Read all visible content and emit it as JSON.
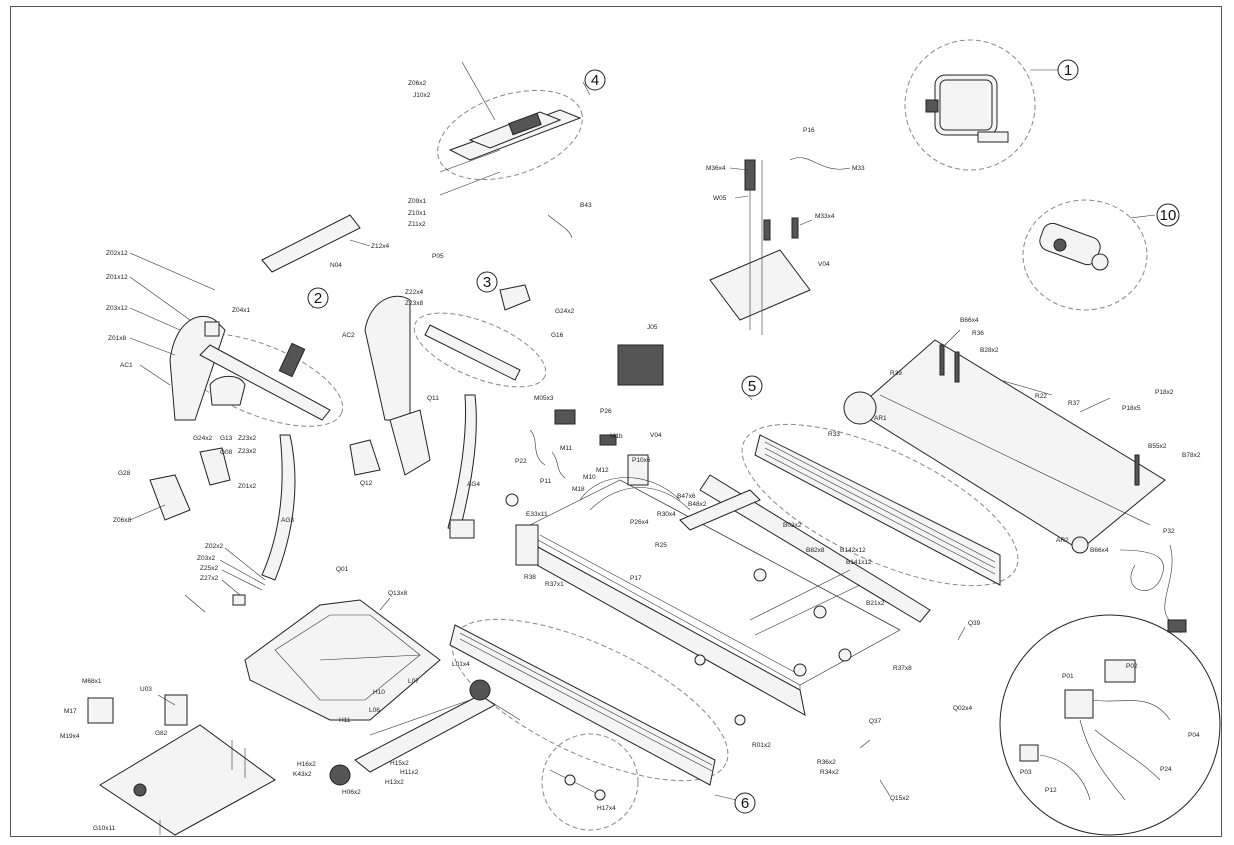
{
  "groups": [
    {
      "id": "1",
      "label": "1"
    },
    {
      "id": "2",
      "label": "2"
    },
    {
      "id": "3",
      "label": "3"
    },
    {
      "id": "4",
      "label": "4"
    },
    {
      "id": "5",
      "label": "5"
    },
    {
      "id": "6",
      "label": "6"
    },
    {
      "id": "10",
      "label": "10"
    }
  ],
  "parts": {
    "z06x2": "Z06x2",
    "j10x2": "J10x2",
    "z09x1": "Z09x1",
    "z10x1": "Z10x1",
    "z11x2": "Z11x2",
    "p16": "P16",
    "m33": "M33",
    "m36x4": "M36x4",
    "w05": "W05",
    "m33x4": "M33x4",
    "v04": "V04",
    "b43": "B43",
    "z12x4": "Z12x4",
    "n04": "N04",
    "p05": "P05",
    "z02x12": "Z02x12",
    "z01x12": "Z01x12",
    "z03x12": "Z03x12",
    "z01x8": "Z01x8",
    "z04x1": "Z04x1",
    "ac1": "AC1",
    "ac2": "AC2",
    "z22x4": "Z22x4",
    "z23x8": "Z23x8",
    "g16": "G16",
    "g24x2_r": "G24x2",
    "j05": "J05",
    "g24x2_l": "G24x2",
    "g13": "G13",
    "g08": "G08",
    "g28": "G28",
    "z06x8": "Z06x8",
    "z23x2_a": "Z23x2",
    "z23x2_b": "Z23x2",
    "z01x2": "Z01x2",
    "q11": "Q11",
    "q12": "Q12",
    "ag3": "AG3",
    "ag4": "AG4",
    "z02x2": "Z02x2",
    "z03x2": "Z03x2",
    "z25x2": "Z25x2",
    "z27x2": "Z27x2",
    "m05x3": "M05x3",
    "p26": "P26",
    "m11": "M11",
    "m1b": "M1b",
    "v04b": "V04",
    "p22": "P22",
    "p11": "P11",
    "p10x6": "P10x6",
    "m12": "M12",
    "m10": "M10",
    "m18": "M18",
    "b66x4": "B66x4",
    "r36": "R36",
    "b28x2": "B28x2",
    "r39": "R39",
    "r22": "R22",
    "r37": "R37",
    "p18x2": "P18x2",
    "p18x5": "P18x5",
    "r33": "R33",
    "ar1": "AR1",
    "b55x2": "B55x2",
    "b78x2": "B78x2",
    "ar2": "AR2",
    "b66x4b": "B66x4",
    "p32": "P32",
    "e33x11": "E33x11",
    "p26x4": "P26x4",
    "b47x6": "B47x6",
    "b48x2": "B48x2",
    "r30x4": "R30x4",
    "r25": "R25",
    "b03x2": "B03x2",
    "b82x8": "B82x8",
    "b142x12": "B142x12",
    "b141x12": "B141x12",
    "b21x2": "B21x2",
    "r38": "R38",
    "r37x1": "R37x1",
    "p17": "P17",
    "q39": "Q39",
    "q02x4": "Q02x4",
    "r37x8": "R37x8",
    "q01": "Q01",
    "q13x8": "Q13x8",
    "u03": "U03",
    "l07": "L07",
    "l01x4": "L01x4",
    "h10": "H10",
    "l06": "L06",
    "h11": "H11",
    "h16x2": "H16x2",
    "k43x2": "K43x2",
    "h15x2": "H15x2",
    "h11x2": "H11x2",
    "h13x2": "H13x2",
    "h06x2": "H06x2",
    "r01x2": "R01x2",
    "r36x2": "R36x2",
    "r34x2": "R34x2",
    "q37": "Q37",
    "q15x2": "Q15x2",
    "h17x4": "H17x4",
    "m68x1": "M68x1",
    "m17": "M17",
    "m19x4": "M19x4",
    "g82": "G82",
    "g10x11": "G10x11",
    "p02": "P02",
    "p01": "P01",
    "p03": "P03",
    "p04": "P04",
    "p24": "P24",
    "p12": "P12"
  }
}
